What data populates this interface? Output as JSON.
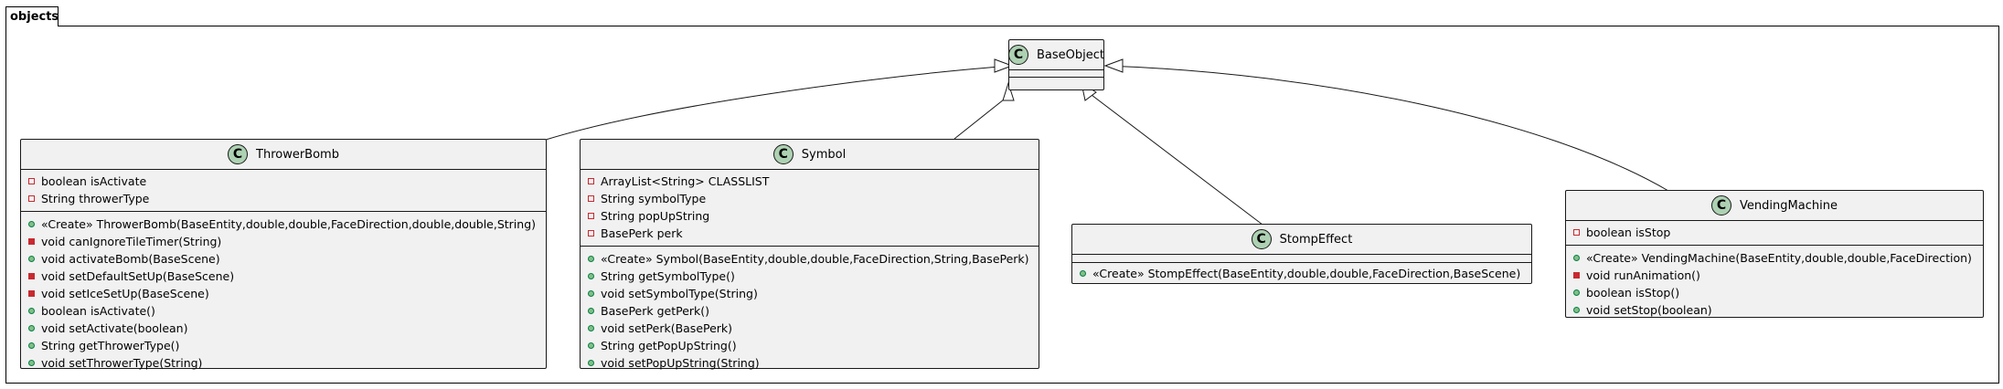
{
  "package": {
    "name": "objects"
  },
  "classes": {
    "base": {
      "name": "BaseObject",
      "stereotype_letter": "C",
      "attributes": [],
      "operations": []
    },
    "thrower": {
      "name": "ThrowerBomb",
      "stereotype_letter": "C",
      "attributes": [
        {
          "vis": "priv-field",
          "text": "boolean isActivate"
        },
        {
          "vis": "priv-field",
          "text": "String throwerType"
        }
      ],
      "operations": [
        {
          "vis": "pub-method",
          "text": "«Create» ThrowerBomb(BaseEntity,double,double,FaceDirection,double,double,String)"
        },
        {
          "vis": "priv-method",
          "text": "void canIgnoreTileTimer(String)"
        },
        {
          "vis": "pub-method",
          "text": "void activateBomb(BaseScene)"
        },
        {
          "vis": "priv-method",
          "text": "void setDefaultSetUp(BaseScene)"
        },
        {
          "vis": "priv-method",
          "text": "void setIceSetUp(BaseScene)"
        },
        {
          "vis": "pub-method",
          "text": "boolean isActivate()"
        },
        {
          "vis": "pub-method",
          "text": "void setActivate(boolean)"
        },
        {
          "vis": "pub-method",
          "text": "String getThrowerType()"
        },
        {
          "vis": "pub-method",
          "text": "void setThrowerType(String)"
        }
      ]
    },
    "symbol": {
      "name": "Symbol",
      "stereotype_letter": "C",
      "attributes": [
        {
          "vis": "priv-field",
          "text": "ArrayList<String> CLASSLIST"
        },
        {
          "vis": "priv-field",
          "text": "String symbolType"
        },
        {
          "vis": "priv-field",
          "text": "String popUpString"
        },
        {
          "vis": "priv-field",
          "text": "BasePerk perk"
        }
      ],
      "operations": [
        {
          "vis": "pub-method",
          "text": "«Create» Symbol(BaseEntity,double,double,FaceDirection,String,BasePerk)"
        },
        {
          "vis": "pub-method",
          "text": "String getSymbolType()"
        },
        {
          "vis": "pub-method",
          "text": "void setSymbolType(String)"
        },
        {
          "vis": "pub-method",
          "text": "BasePerk getPerk()"
        },
        {
          "vis": "pub-method",
          "text": "void setPerk(BasePerk)"
        },
        {
          "vis": "pub-method",
          "text": "String getPopUpString()"
        },
        {
          "vis": "pub-method",
          "text": "void setPopUpString(String)"
        }
      ]
    },
    "stomp": {
      "name": "StompEffect",
      "stereotype_letter": "C",
      "attributes": [],
      "operations": [
        {
          "vis": "pub-method",
          "text": "«Create» StompEffect(BaseEntity,double,double,FaceDirection,BaseScene)"
        }
      ]
    },
    "vending": {
      "name": "VendingMachine",
      "stereotype_letter": "C",
      "attributes": [
        {
          "vis": "priv-field",
          "text": "boolean isStop"
        }
      ],
      "operations": [
        {
          "vis": "pub-method",
          "text": "«Create» VendingMachine(BaseEntity,double,double,FaceDirection)"
        },
        {
          "vis": "priv-method",
          "text": "void runAnimation()"
        },
        {
          "vis": "pub-method",
          "text": "boolean isStop()"
        },
        {
          "vis": "pub-method",
          "text": "void setStop(boolean)"
        }
      ]
    }
  },
  "relations": [
    {
      "type": "inheritance",
      "from": "ThrowerBomb",
      "to": "BaseObject"
    },
    {
      "type": "inheritance",
      "from": "Symbol",
      "to": "BaseObject"
    },
    {
      "type": "inheritance",
      "from": "StompEffect",
      "to": "BaseObject"
    },
    {
      "type": "inheritance",
      "from": "VendingMachine",
      "to": "BaseObject"
    }
  ]
}
